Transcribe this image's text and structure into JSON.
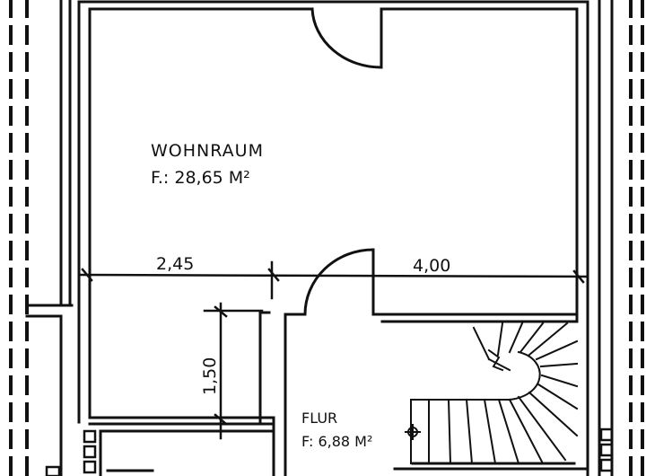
{
  "rooms": {
    "wohnraum": {
      "name": "WOHNRAUM",
      "area": "F.: 28,65 M²"
    },
    "flur": {
      "name": "FLUR",
      "area": "F: 6,88 M²"
    }
  },
  "dimensions": {
    "left_width": "2,45",
    "right_width": "4,00",
    "vertical": "1,50"
  }
}
